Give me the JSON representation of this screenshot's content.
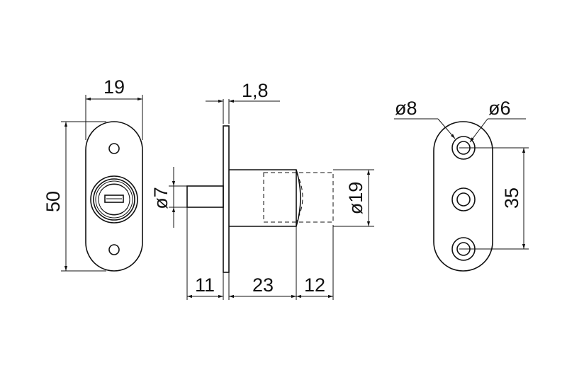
{
  "drawing": {
    "front_view": {
      "width_dim": "19",
      "height_dim": "50"
    },
    "side_view": {
      "plate_thickness_dim": "1,8",
      "spindle_dia_dim": "ø7",
      "body_dia_dim": "ø19",
      "spindle_length_dim": "11",
      "body_length_dim": "23",
      "bolt_travel_dim": "12"
    },
    "plate_view": {
      "outer_hole_dim": "ø8",
      "inner_hole_dim": "ø6",
      "hole_spacing_dim": "35"
    }
  }
}
